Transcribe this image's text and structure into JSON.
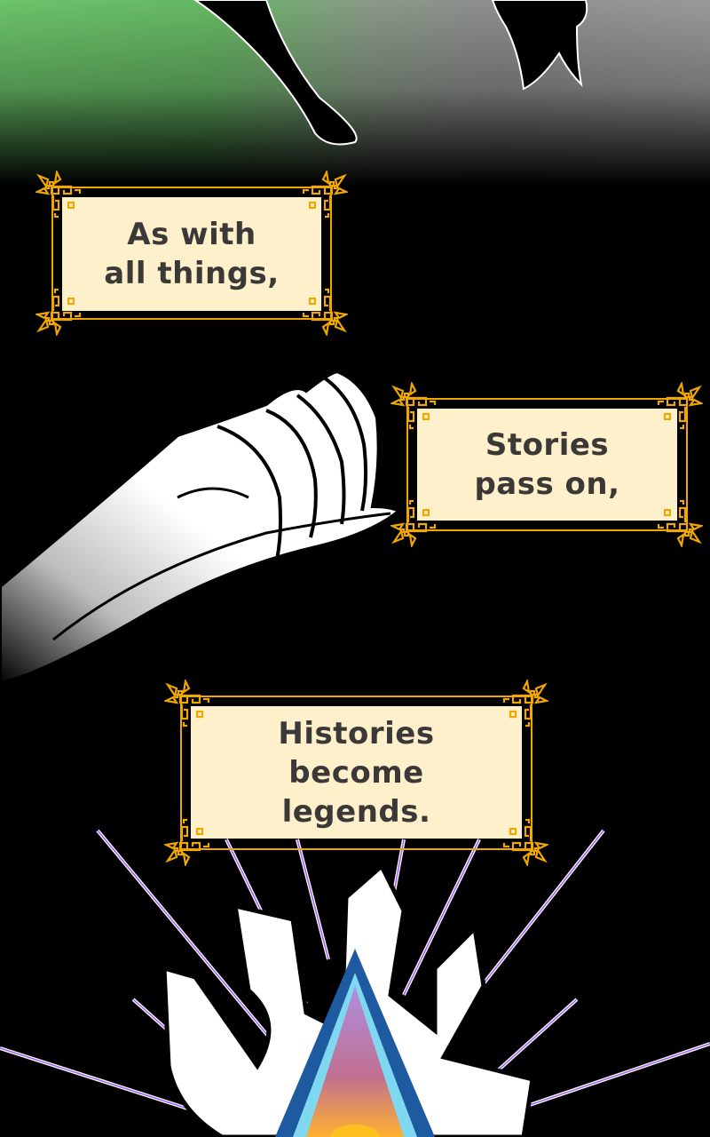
{
  "captions": [
    {
      "lines": [
        "As with",
        "all things,"
      ]
    },
    {
      "lines": [
        "Stories",
        "pass on,"
      ]
    },
    {
      "lines": [
        "Histories",
        "become",
        "legends."
      ]
    }
  ],
  "colors": {
    "frame": "#f0a800",
    "cream": "#fff0cc",
    "text": "#3b3838",
    "ray": "#9b5cff"
  }
}
